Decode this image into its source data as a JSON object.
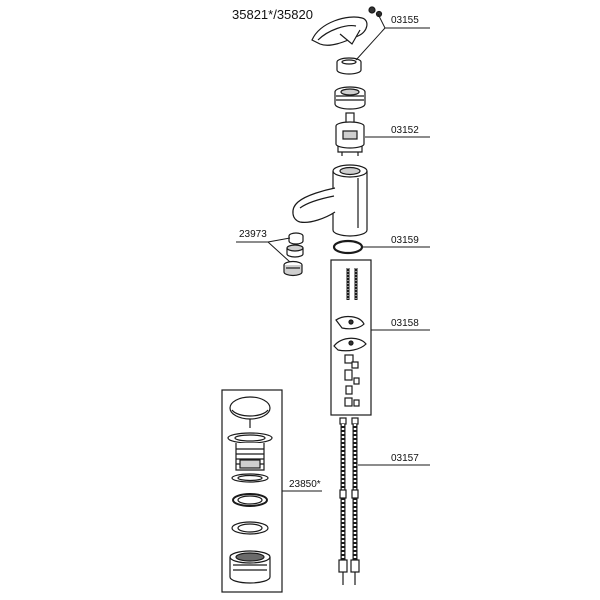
{
  "title": "35821*/35820",
  "parts": {
    "handle": "03155",
    "cartridge": "03152",
    "o_ring": "03159",
    "aerator": "23973",
    "mounting_kit": "03158",
    "hoses": "03157",
    "drain": "23850*"
  },
  "colors": {
    "line": "#1a1a1a",
    "fill": "#ffffff",
    "shade": "#cfcfcf",
    "dark": "#6b6b6b"
  }
}
